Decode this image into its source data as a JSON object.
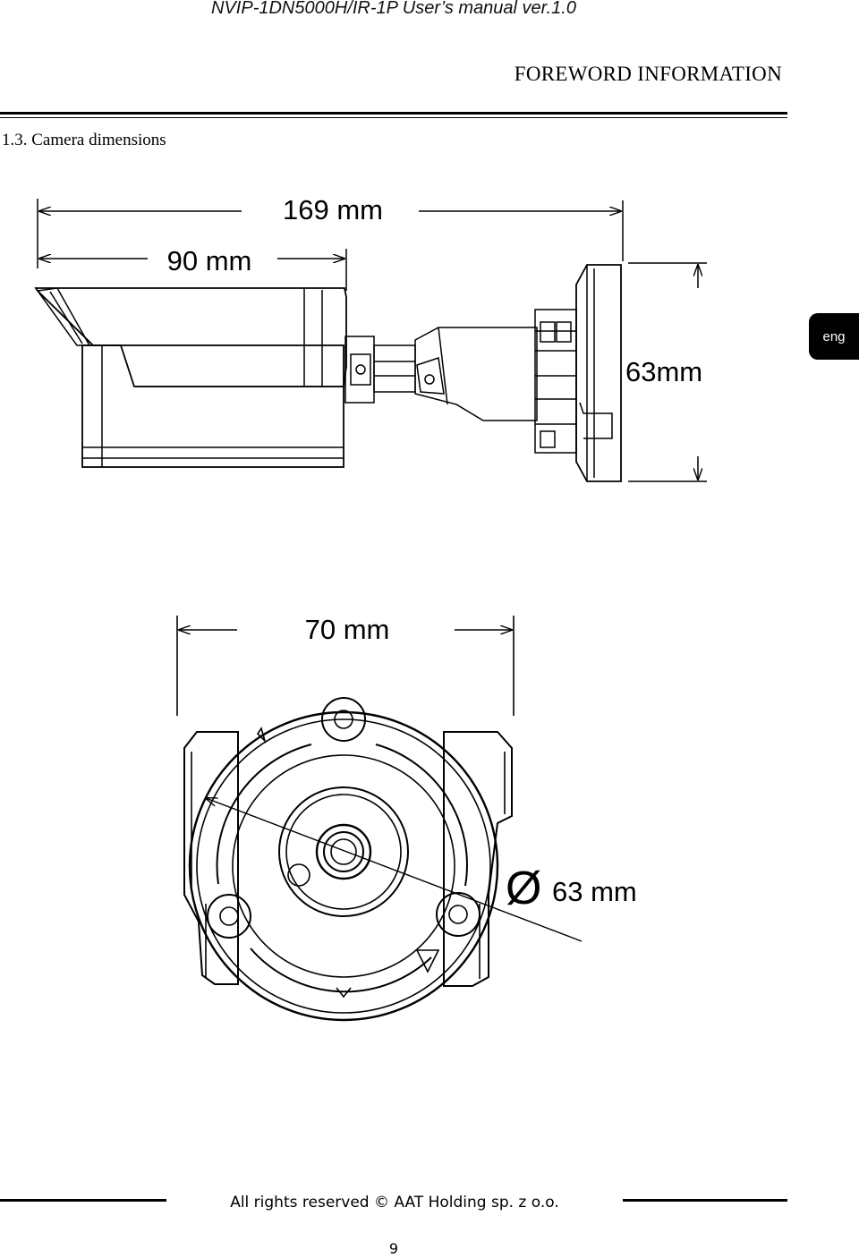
{
  "header": {
    "document_title": "NVIP-1DN5000H/IR-1P User’s manual ver.1.0",
    "section": "FOREWORD INFORMATION"
  },
  "subsection": {
    "title": "1.3. Camera dimensions"
  },
  "side_tab": {
    "language": "eng"
  },
  "side_view": {
    "dim_total_length": "169 mm",
    "dim_housing_length": "90 mm",
    "dim_mount_height": "63mm"
  },
  "front_view": {
    "dim_width": "70 mm",
    "diameter_symbol": "Ø",
    "dim_diameter": "63 mm"
  },
  "footer": {
    "copyright": "All rights reserved © AAT Holding sp. z o.o.",
    "page_number": "9"
  }
}
